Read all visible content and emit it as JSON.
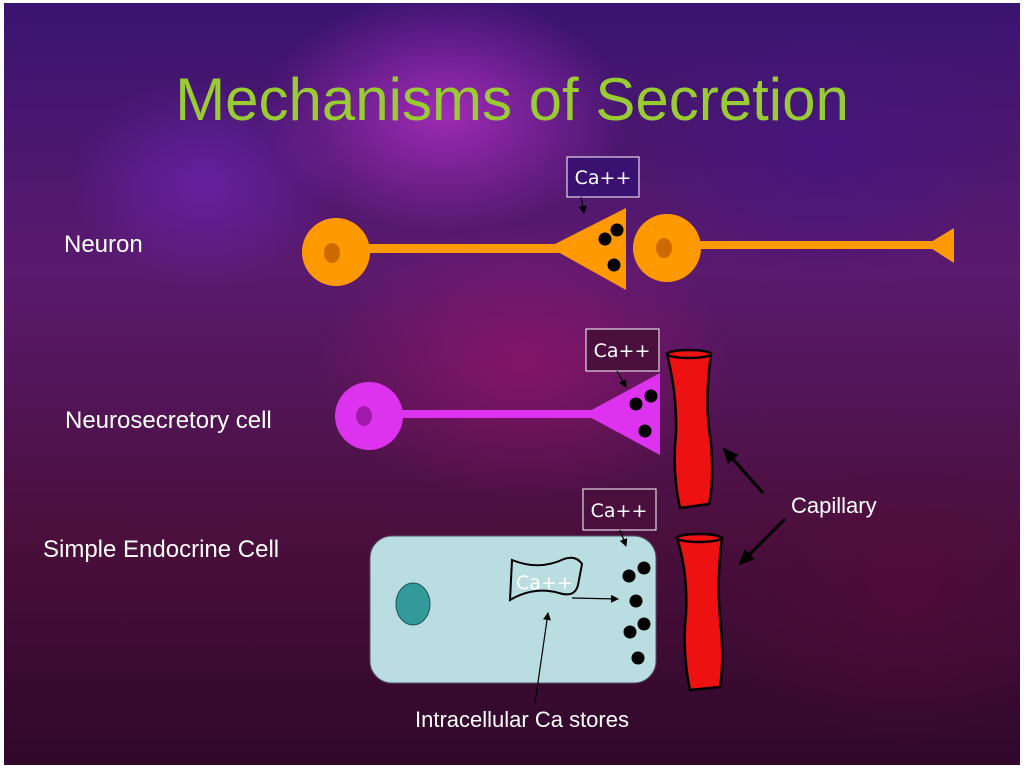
{
  "slide": {
    "title": "Mechanisms of Secretion",
    "labels": {
      "neuron": "Neuron",
      "neurosecretory": "Neurosecretory cell",
      "endocrine": "Simple Endocrine Cell",
      "capillary": "Capillary",
      "stores": "Intracellular Ca stores"
    },
    "ca_boxes": {
      "neuron": "Ca++",
      "neurosecretory": "Ca++",
      "endocrine": "Ca++",
      "store": "Ca++"
    },
    "colors": {
      "title": "#99cc33",
      "neuron": "#ff9900",
      "neurosecretory": "#dd33ee",
      "endocrine_cell": "#b9dde0",
      "nucleus_endocrine": "#339999",
      "capillary": "#ee1111",
      "vesicle": "#000000"
    }
  }
}
